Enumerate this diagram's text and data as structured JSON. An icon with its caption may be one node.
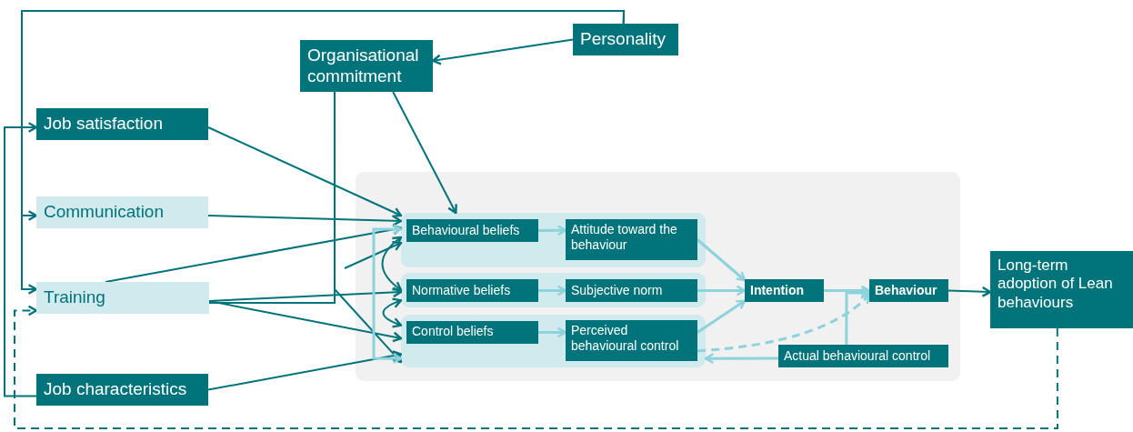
{
  "diagram": {
    "nodes": [
      {
        "text": [
          "Personality"
        ]
      },
      {
        "text": [
          "Organisational commitment"
        ]
      },
      {
        "text": [
          "Job satisfaction"
        ]
      },
      {
        "text": [
          "Communication"
        ]
      },
      {
        "text": [
          "Training"
        ]
      },
      {
        "text": [
          "Job characteristics"
        ]
      },
      {
        "text": [],
        "shape": "box"
      },
      {
        "text": [],
        "shape": "box",
        "in": 6
      },
      {
        "text": [],
        "shape": "box",
        "in": 6
      },
      {
        "text": [],
        "shape": "box",
        "in": 6
      },
      {
        "text": [
          "Behavioural beliefs"
        ],
        "in": 7
      },
      {
        "text": [
          "Attitude toward the behaviour"
        ],
        "in": 7
      },
      {
        "text": [
          "Normative beliefs"
        ],
        "in": 8
      },
      {
        "text": [
          "Subjective norm"
        ],
        "in": 8
      },
      {
        "text": [
          "Control beliefs"
        ],
        "in": 9
      },
      {
        "text": [
          "Perceived behavioural control"
        ],
        "in": 9
      },
      {
        "text": [
          "Intention"
        ],
        "in": 6
      },
      {
        "text": [
          "Behaviour"
        ],
        "in": 6
      },
      {
        "text": [
          "Actual behavioural control"
        ],
        "in": 6
      },
      {
        "text": [
          "Long-term adoption of Lean behaviours"
        ]
      }
    ],
    "edges": [
      {
        "from": 0,
        "to": 1,
        "arrow": "to"
      },
      {
        "from": 0,
        "to": 3,
        "arrow": "to"
      },
      {
        "from": 0,
        "to": 4,
        "arrow": "to"
      },
      {
        "from": 5,
        "to": 2,
        "arrow": "to"
      },
      {
        "from": 19,
        "to": 4,
        "arrow": "to",
        "style": "dashed"
      },
      {
        "from": 1,
        "to": 7,
        "arrow": "to"
      },
      {
        "from": 1,
        "to": 4,
        "arrow": "none"
      },
      {
        "from": 1,
        "to": 9,
        "arrow": "to"
      },
      {
        "from": null,
        "to": 7,
        "arrow": "to"
      },
      {
        "from": 2,
        "to": 7,
        "arrow": "to"
      },
      {
        "from": 3,
        "to": 7,
        "arrow": "to"
      },
      {
        "from": 4,
        "to": 7,
        "arrow": "to"
      },
      {
        "from": 4,
        "to": 8,
        "arrow": "to"
      },
      {
        "from": 4,
        "to": 9,
        "arrow": "to"
      },
      {
        "from": 5,
        "to": 9,
        "arrow": "to"
      },
      {
        "from": 7,
        "to": 8,
        "arrow": "both"
      },
      {
        "from": 8,
        "to": 9,
        "arrow": "both"
      },
      {
        "from": 7,
        "to": 9,
        "arrow": "both",
        "color": "#8dd3dc"
      },
      {
        "from": 10,
        "to": 11,
        "arrow": "to",
        "color": "#8dd3dc"
      },
      {
        "from": 12,
        "to": 13,
        "arrow": "to",
        "color": "#8dd3dc"
      },
      {
        "from": 14,
        "to": 15,
        "arrow": "to",
        "color": "#8dd3dc"
      },
      {
        "from": 11,
        "to": 16,
        "arrow": "to",
        "color": "#8dd3dc"
      },
      {
        "from": 13,
        "to": 16,
        "arrow": "to",
        "color": "#8dd3dc"
      },
      {
        "from": 15,
        "to": 16,
        "arrow": "to",
        "color": "#8dd3dc"
      },
      {
        "from": 16,
        "to": 17,
        "arrow": "to",
        "color": "#8dd3dc"
      },
      {
        "from": 18,
        "to": 17,
        "arrow": "to",
        "color": "#8dd3dc"
      },
      {
        "from": 18,
        "to": 9,
        "arrow": "to",
        "color": "#8dd3dc"
      },
      {
        "from": 15,
        "to": 17,
        "arrow": "to",
        "style": "dashed",
        "color": "#8dd3dc"
      },
      {
        "from": 17,
        "to": 19,
        "arrow": "to"
      }
    ]
  }
}
